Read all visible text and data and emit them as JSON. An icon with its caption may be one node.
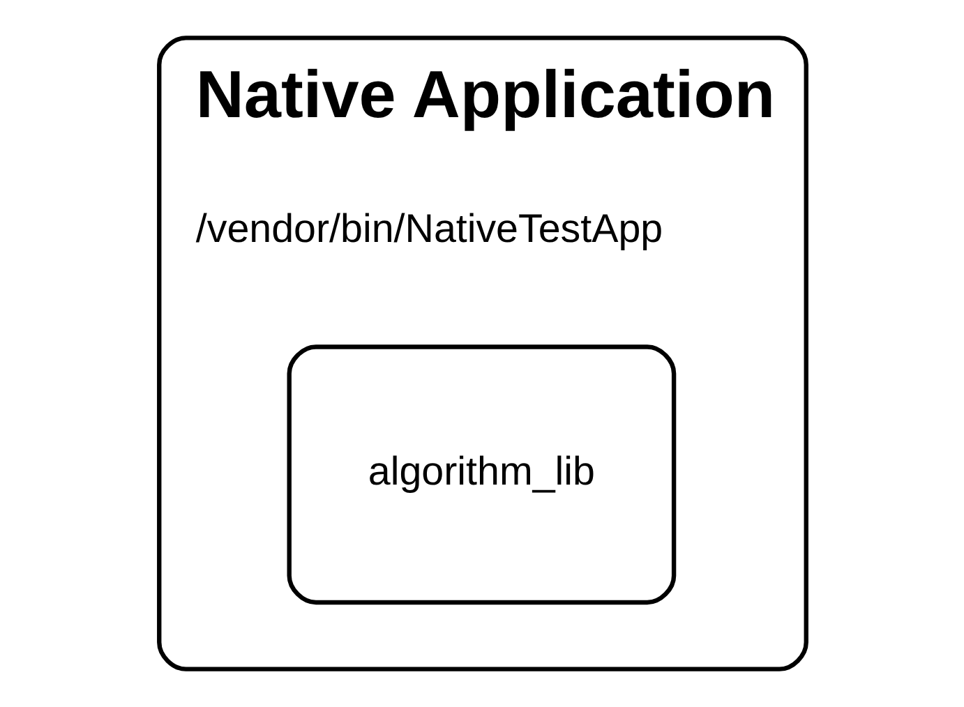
{
  "diagram": {
    "nodes": [
      {
        "text": [
          "Native Application",
          "/vendor/bin/NativeTestApp"
        ]
      },
      {
        "text": [
          "algorithm_lib"
        ],
        "in": 0
      }
    ]
  }
}
